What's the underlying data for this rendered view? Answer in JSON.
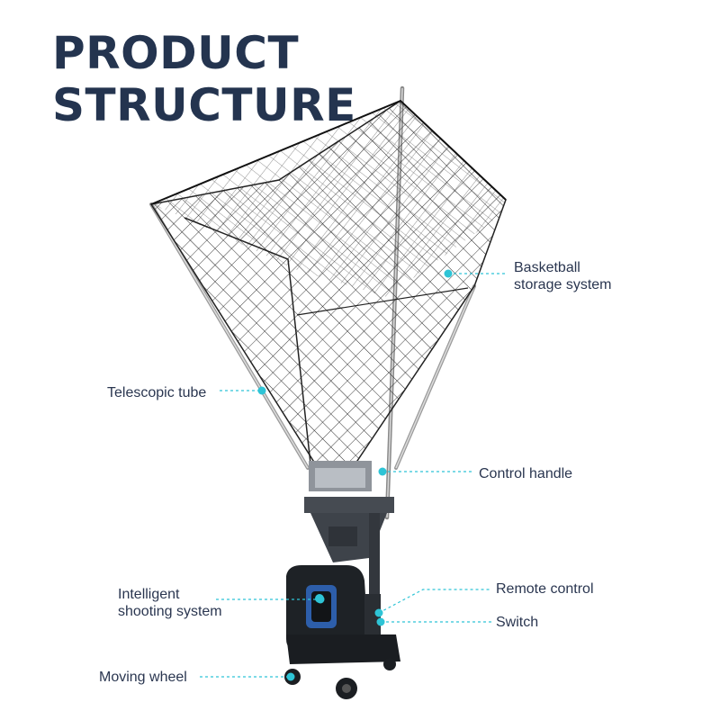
{
  "title": {
    "line1": "PRODUCT",
    "line2": "STRUCTURE"
  },
  "colors": {
    "title": "#24344f",
    "label_text": "#2a3650",
    "callout": "#2ec4d6"
  },
  "labels": {
    "basketball_storage": {
      "line1": "Basketball",
      "line2": "storage system"
    },
    "telescopic_tube": "Telescopic tube",
    "control_handle": "Control handle",
    "intelligent_shooting": {
      "line1": "Intelligent",
      "line2": "shooting system"
    },
    "remote_control": "Remote control",
    "switch": "Switch",
    "moving_wheel": "Moving wheel"
  }
}
